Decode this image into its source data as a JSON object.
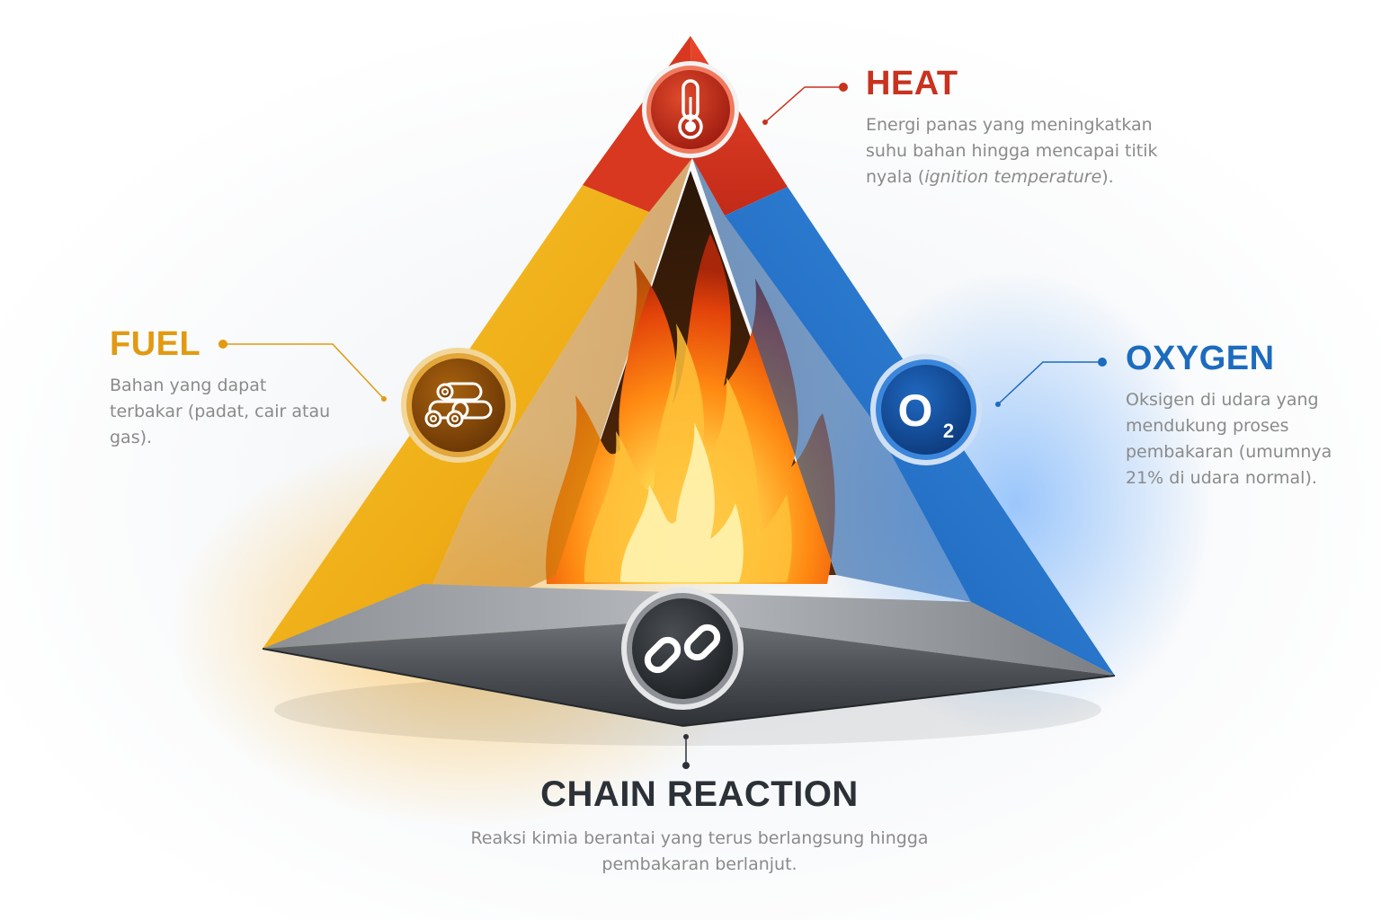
{
  "heat": {
    "title": "HEAT",
    "description_main": "Energi panas yang meningkatkan suhu bahan hingga mencapai titik nyala (",
    "description_italic": "ignition temperature",
    "description_end": ").",
    "color": "#c8321e",
    "icon": "thermometer-icon"
  },
  "fuel": {
    "title": "FUEL",
    "description": "Bahan yang dapat terbakar (padat, cair atau gas).",
    "color": "#e29a12",
    "icon": "logs-icon"
  },
  "oxygen": {
    "title": "OXYGEN",
    "description": "Oksigen di udara yang mendukung proses pembakaran (umumnya 21% di udara normal).",
    "color": "#1d6bbf",
    "icon": "o2-icon",
    "symbol_main": "O",
    "symbol_sub": "2"
  },
  "chain_reaction": {
    "title": "CHAIN REACTION",
    "description": "Reaksi kimia berantai yang terus berlangsung hingga pembakaran berlanjut.",
    "color": "#2c3138",
    "icon": "chain-link-icon"
  }
}
